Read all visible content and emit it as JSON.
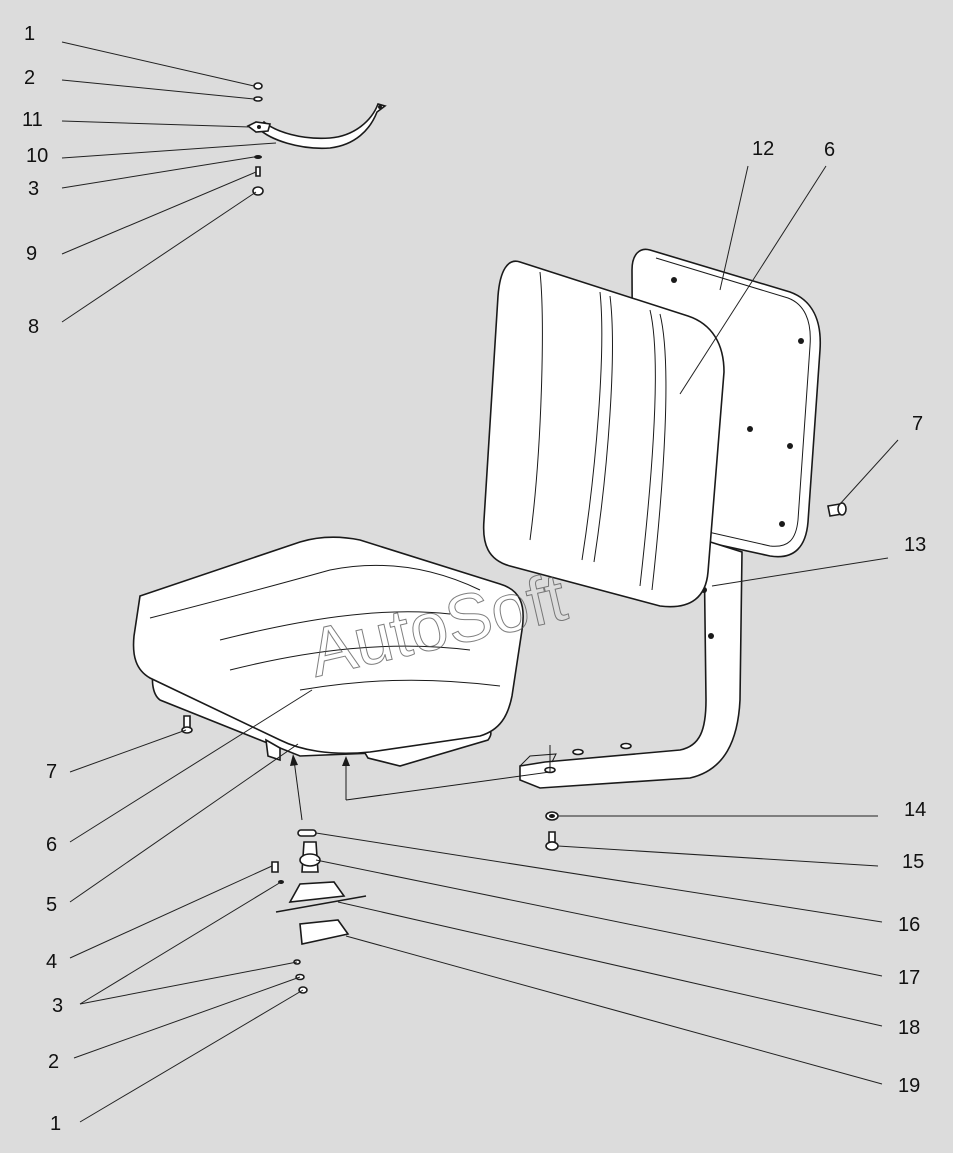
{
  "watermark": "AutoSoft",
  "callouts": [
    {
      "id": "c-1-top",
      "label": "1"
    },
    {
      "id": "c-2-top",
      "label": "2"
    },
    {
      "id": "c-11",
      "label": "11"
    },
    {
      "id": "c-10",
      "label": "10"
    },
    {
      "id": "c-3-top",
      "label": "3"
    },
    {
      "id": "c-9",
      "label": "9"
    },
    {
      "id": "c-8",
      "label": "8"
    },
    {
      "id": "c-12",
      "label": "12"
    },
    {
      "id": "c-6-back",
      "label": "6"
    },
    {
      "id": "c-7-right",
      "label": "7"
    },
    {
      "id": "c-13",
      "label": "13"
    },
    {
      "id": "c-7-left",
      "label": "7"
    },
    {
      "id": "c-6-seat",
      "label": "6"
    },
    {
      "id": "c-5",
      "label": "5"
    },
    {
      "id": "c-4",
      "label": "4"
    },
    {
      "id": "c-3-bottom",
      "label": "3"
    },
    {
      "id": "c-2-bottom",
      "label": "2"
    },
    {
      "id": "c-1-bottom",
      "label": "1"
    },
    {
      "id": "c-14",
      "label": "14"
    },
    {
      "id": "c-15",
      "label": "15"
    },
    {
      "id": "c-16",
      "label": "16"
    },
    {
      "id": "c-17",
      "label": "17"
    },
    {
      "id": "c-18",
      "label": "18"
    },
    {
      "id": "c-19",
      "label": "19"
    }
  ]
}
